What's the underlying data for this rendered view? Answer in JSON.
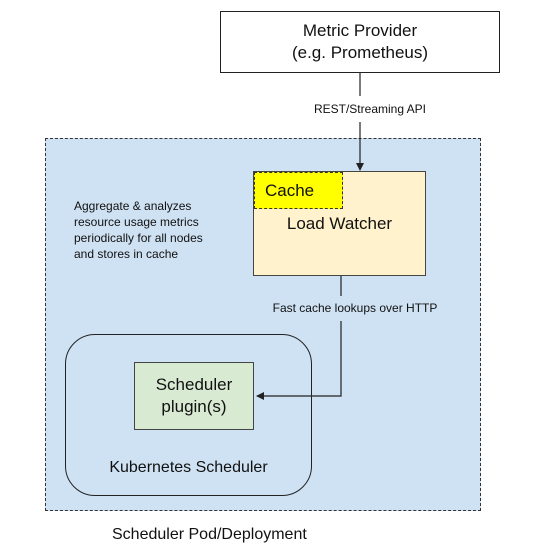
{
  "metric_provider": {
    "line1": "Metric Provider",
    "line2": "(e.g. Prometheus)"
  },
  "edges": {
    "rest_api": "REST/Streaming API",
    "fast_lookups": "Fast cache lookups over HTTP"
  },
  "load_watcher": {
    "label": "Load Watcher",
    "cache_label": "Cache"
  },
  "note": {
    "line1": "Aggregate & analyzes",
    "line2": "resource usage metrics",
    "line3": "periodically for all nodes",
    "line4": "and stores in cache"
  },
  "scheduler": {
    "plugin_line1": "Scheduler",
    "plugin_line2": "plugin(s)",
    "k8s_label": "Kubernetes Scheduler"
  },
  "pod_label": "Scheduler Pod/Deployment",
  "colors": {
    "pod_region": "#cfe2f3",
    "load_watcher": "#fff2cc",
    "cache": "#ffff00",
    "plugin": "#d9ead3"
  }
}
